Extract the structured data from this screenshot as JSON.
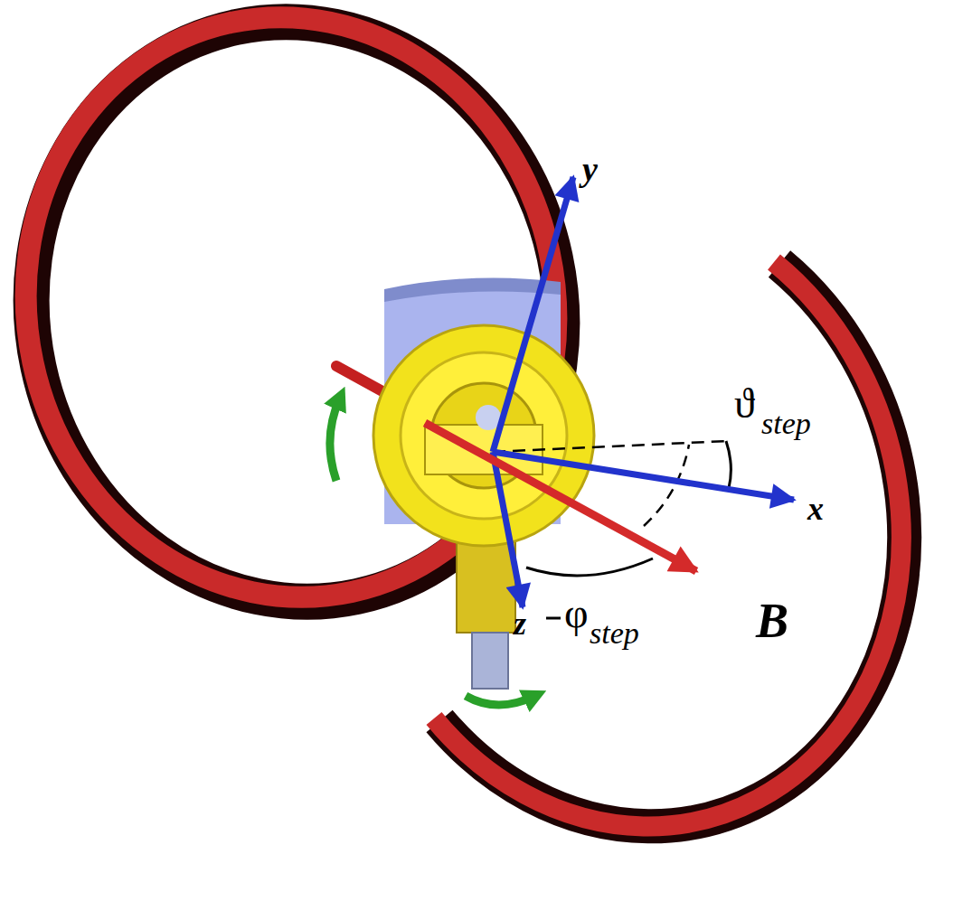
{
  "diagram": {
    "labels": [
      "y",
      "x",
      "z",
      "ϑ",
      "step",
      "φ",
      "step",
      "B"
    ]
  }
}
